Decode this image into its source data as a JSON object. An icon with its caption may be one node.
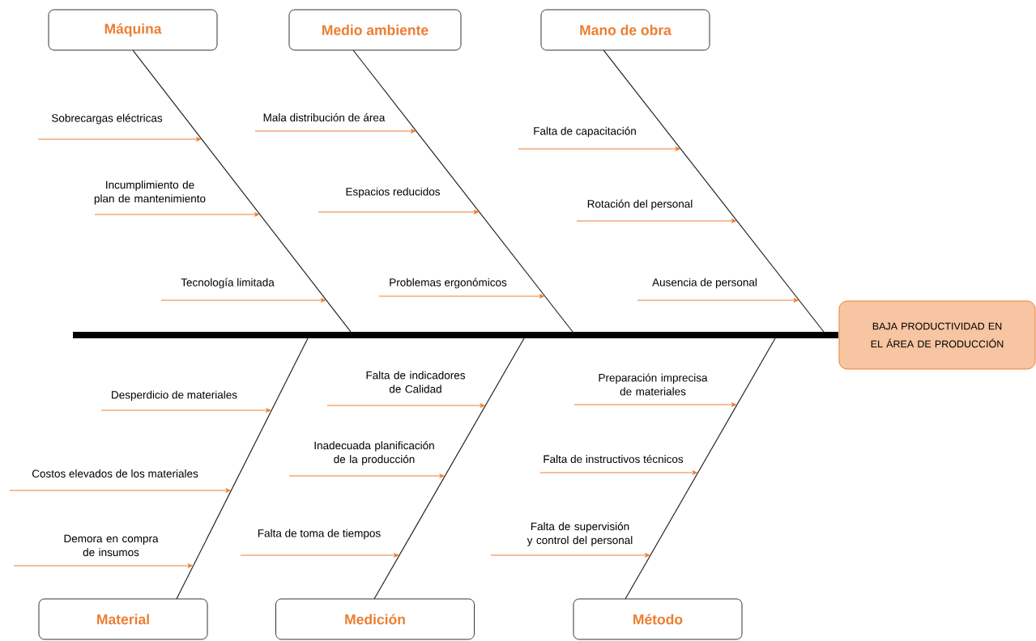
{
  "diagram": {
    "nodes": [
      {
        "text": [
          "Máquina"
        ]
      },
      {
        "text": [
          "Medio ambiente"
        ]
      },
      {
        "text": [
          "Mano de obra"
        ]
      },
      {
        "text": [
          "Material"
        ]
      },
      {
        "text": [
          "Medición"
        ]
      },
      {
        "text": [
          "Método"
        ]
      },
      {
        "text": [
          "BAJA PRODUCTIVIDAD EN EL ÁREA DE PRODUCCIÓN"
        ]
      },
      {
        "text": [],
        "shape": "bar"
      },
      {
        "text": [],
        "shape": "line"
      },
      {
        "text": [],
        "shape": "line"
      },
      {
        "text": [],
        "shape": "line"
      },
      {
        "text": [],
        "shape": "line"
      },
      {
        "text": [],
        "shape": "line"
      },
      {
        "text": [],
        "shape": "line"
      }
    ],
    "edges": [
      {
        "from": null,
        "to": 8,
        "arrow": "to",
        "label": "Sobrecargas eléctricas"
      },
      {
        "from": null,
        "to": 8,
        "arrow": "to",
        "label": "Incumplimiento de plan de mantenimiento"
      },
      {
        "from": null,
        "to": 8,
        "arrow": "to",
        "label": "Tecnología limitada"
      },
      {
        "from": null,
        "to": 9,
        "arrow": "to",
        "label": "Mala distribución de área"
      },
      {
        "from": null,
        "to": 9,
        "arrow": "to",
        "label": "Espacios reducidos"
      },
      {
        "from": null,
        "to": 9,
        "arrow": "to",
        "label": "Problemas ergonómicos"
      },
      {
        "from": null,
        "to": 10,
        "arrow": "to",
        "label": "Falta de capacitación"
      },
      {
        "from": null,
        "to": 10,
        "arrow": "to",
        "label": "Rotación del personal"
      },
      {
        "from": null,
        "to": 10,
        "arrow": "to",
        "label": "Ausencia de personal"
      },
      {
        "from": null,
        "to": 11,
        "arrow": "to",
        "label": "Desperdicio de materiales"
      },
      {
        "from": null,
        "to": 11,
        "arrow": "to",
        "label": "Costos elevados de los materiales"
      },
      {
        "from": null,
        "to": 11,
        "arrow": "to",
        "label": "Demora en compra de insumos"
      },
      {
        "from": null,
        "to": 12,
        "arrow": "to",
        "label": "Falta de indicadores de Calidad"
      },
      {
        "from": null,
        "to": 12,
        "arrow": "to",
        "label": "Inadecuada planificación de la producción"
      },
      {
        "from": null,
        "to": 12,
        "arrow": "to",
        "label": "Falta de toma de tiempos"
      },
      {
        "from": null,
        "to": 13,
        "arrow": "to",
        "label": "Preparación imprecisa de materiales"
      },
      {
        "from": null,
        "to": 13,
        "arrow": "to",
        "label": "Falta de instructivos técnicos"
      },
      {
        "from": null,
        "to": 13,
        "arrow": "to",
        "label": "Falta de supervisión y control del personal"
      }
    ]
  }
}
